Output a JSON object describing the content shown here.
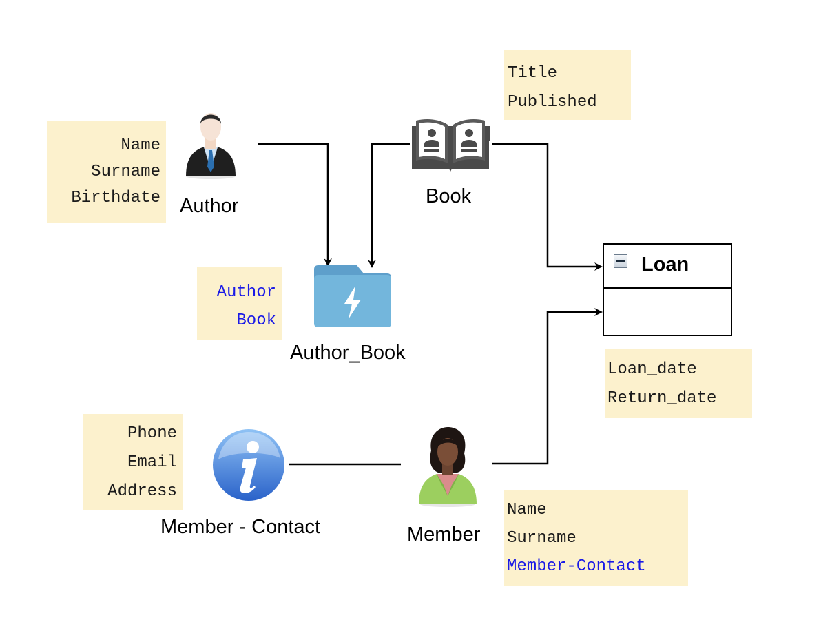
{
  "author": {
    "label": "Author",
    "fields": [
      "Name",
      "Surname",
      "Birthdate"
    ]
  },
  "book": {
    "label": "Book",
    "fields": [
      "Title",
      "Published"
    ]
  },
  "author_book": {
    "label": "Author_Book",
    "fields": [
      "Author",
      "Book"
    ]
  },
  "loan": {
    "title": "Loan",
    "fields": [
      "Loan_date",
      "Return_date"
    ]
  },
  "member_contact": {
    "label": "Member - Contact",
    "fields": [
      "Phone",
      "Email",
      "Address"
    ]
  },
  "member": {
    "label": "Member",
    "fields": [
      "Name",
      "Surname"
    ],
    "reference_field": "Member-Contact"
  },
  "colors": {
    "note_bg": "#fcf1cd",
    "reference_text": "#1a1ae6",
    "folder": "#6fb2d8",
    "info_icon": "#2f6fd6"
  }
}
